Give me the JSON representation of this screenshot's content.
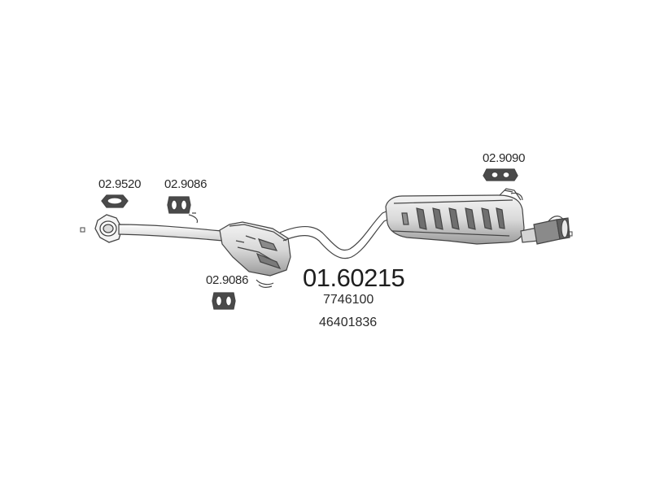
{
  "main_part_number": "01.60215",
  "oe_numbers": [
    "7746100",
    "46401836"
  ],
  "accessory_labels": {
    "gasket": "02.9520",
    "hanger_front": "02.9086",
    "hanger_middle": "02.9086",
    "clamp_rear": "02.9090"
  },
  "colors": {
    "line": "#444444",
    "fill_light": "#e6e6e6",
    "fill_mid": "#bdbdbd",
    "fill_dark": "#6f6f6f"
  }
}
